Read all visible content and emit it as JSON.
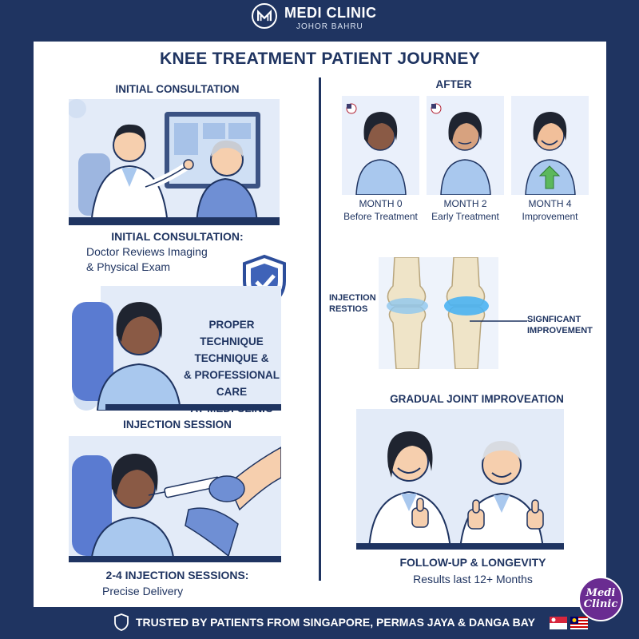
{
  "header": {
    "brand": "MEDI CLINIC",
    "location": "JOHOR BAHRU"
  },
  "title": "KNEE TREATMENT PATIENT JOURNEY",
  "left": {
    "consultation_heading": "INITIAL CONSULTATION",
    "consultation_caption_title": "INITIAL CONSULTATION:",
    "consultation_caption_line1": "Doctor Reviews Imaging",
    "consultation_caption_line2": "& Physical Exam",
    "technique_lines": [
      "PROPER TECHNIQUE",
      "TECHNIQUE &",
      "& PROFESSIONAL CARE",
      "AT MEDI CLINIC"
    ],
    "injection_heading": "INJECTION SESSION",
    "injection_caption_title": "2-4 INJECTION SESSIONS:",
    "injection_caption_line": "Precise Delivery"
  },
  "right": {
    "after_heading": "AFTER",
    "timeline": [
      {
        "month": "MONTH 0",
        "label": "Before Treatment"
      },
      {
        "month": "MONTH 2",
        "label": "Early Treatment"
      },
      {
        "month": "MONTH 4",
        "label": "Improvement"
      }
    ],
    "knee_label_left_1": "INJECTION",
    "knee_label_left_2": "RESTIOS",
    "knee_label_right_1": "SIGNFICANT",
    "knee_label_right_2": "IMPROVEMENT",
    "improvement_heading": "GRADUAL JOINT IMPROVEATION",
    "followup_title": "FOLLOW-UP & LONGEVITY",
    "followup_line": "Results last 12+ Months"
  },
  "footer": {
    "text": "TRUSTED BY PATIENTS FROM SINGAPORE, PERMAS JAYA & DANGA BAY"
  },
  "badge": {
    "line1": "Medi",
    "line2": "Clinic"
  },
  "colors": {
    "navy": "#1f3461",
    "skin_light": "#f6cfae",
    "skin_dark": "#8a5a45",
    "shirt_blue": "#a9c8ee",
    "accent_green": "#5cb85c",
    "badge_purple": "#6a2c91"
  }
}
